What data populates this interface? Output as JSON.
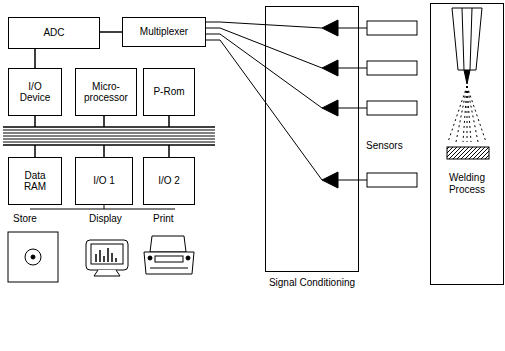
{
  "diagram": {
    "nodes": [
      {
        "text": [
          "ADC"
        ]
      },
      {
        "text": [
          "Multiplexer"
        ]
      },
      {
        "text": [
          "I/O Device"
        ]
      },
      {
        "text": [
          "Micro- processor"
        ]
      },
      {
        "text": [
          "P-Rom"
        ]
      },
      {
        "text": [
          "Data RAM"
        ]
      },
      {
        "text": [
          "I/O 1"
        ]
      },
      {
        "text": [
          "I/O 2"
        ]
      },
      {
        "text": [
          "Signal Conditioning"
        ]
      },
      {
        "text": [
          "Welding Process"
        ]
      }
    ],
    "edges": [
      {
        "from": 1,
        "to": 0,
        "arrow": "none"
      },
      {
        "from": 0,
        "to": 2,
        "arrow": "none"
      }
    ],
    "labels": [
      "Store",
      "Display",
      "Print",
      "Sensors"
    ]
  }
}
